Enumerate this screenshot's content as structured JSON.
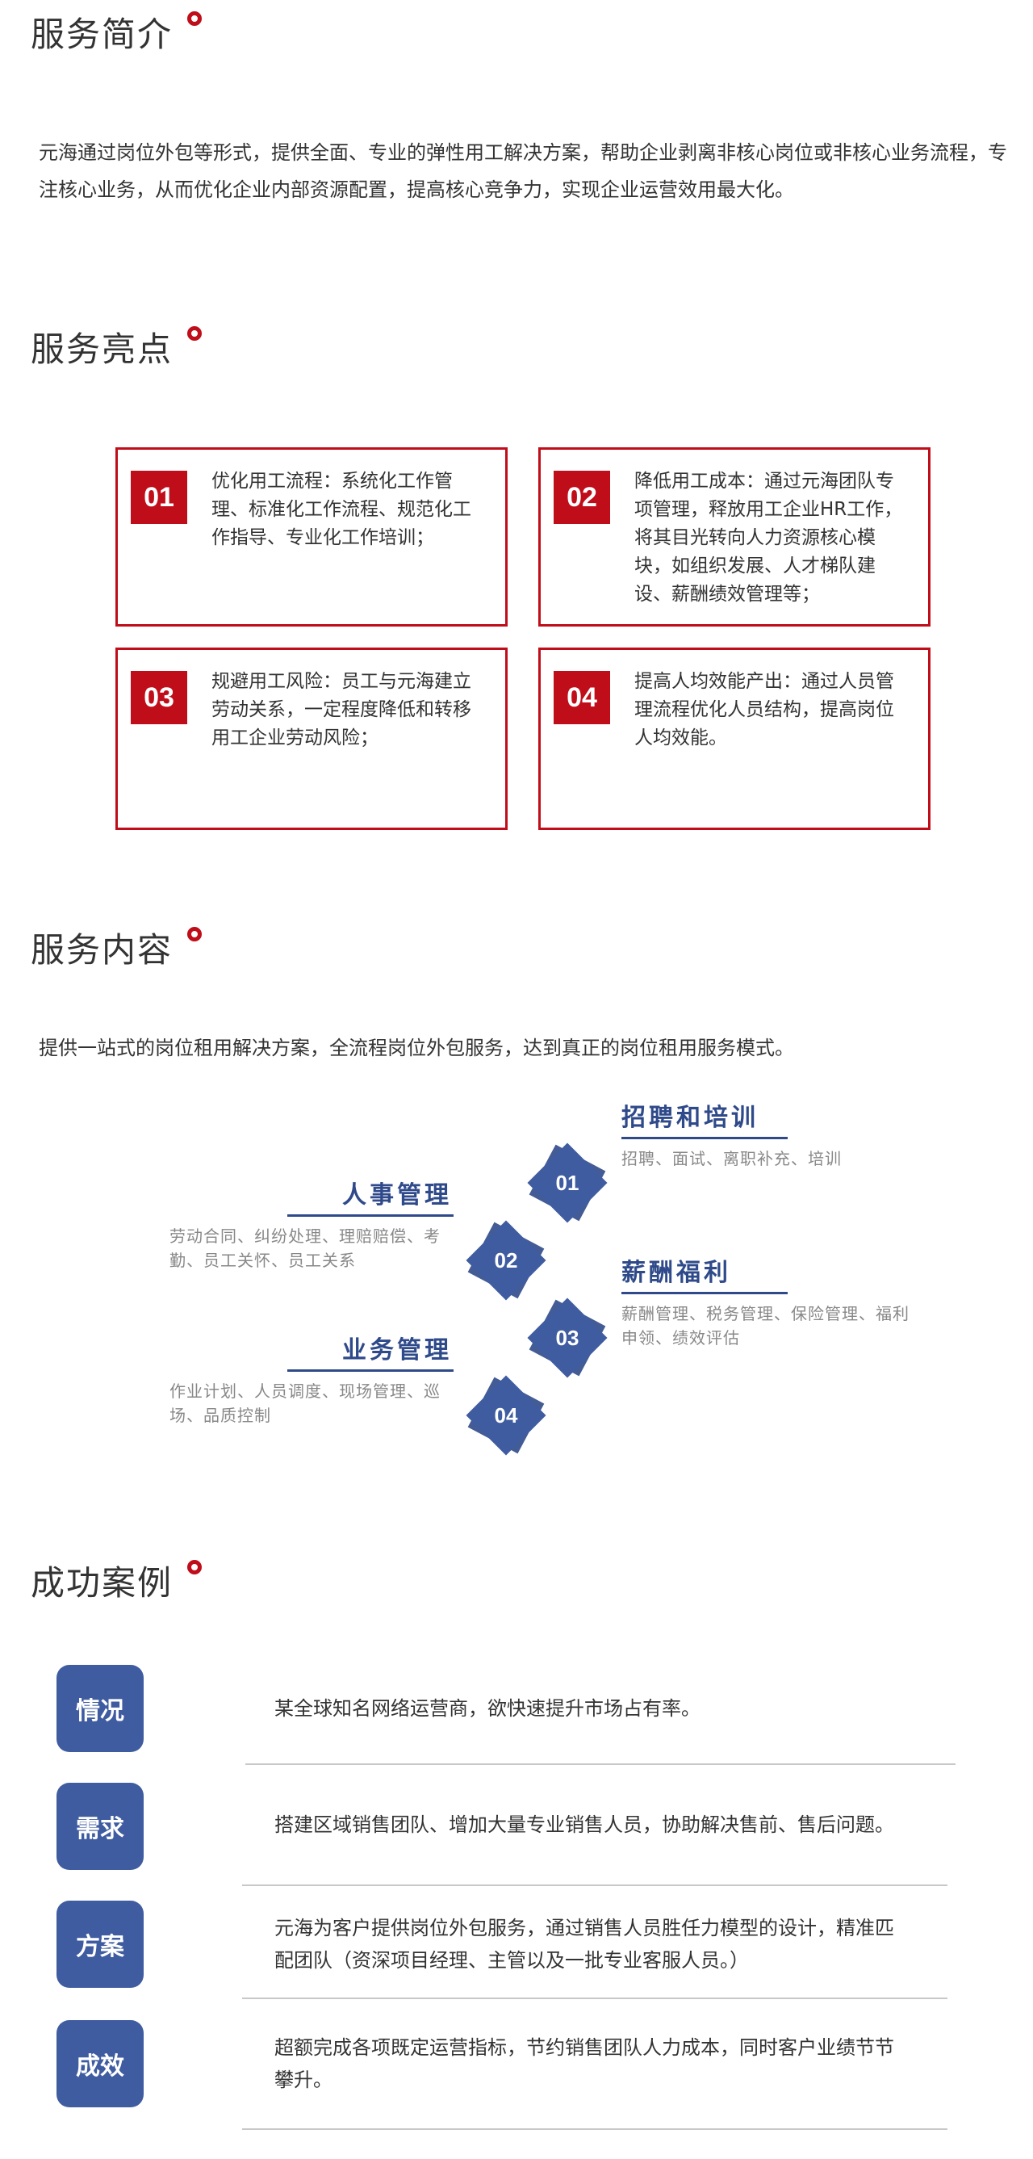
{
  "sections": {
    "intro": {
      "title": "服务简介",
      "body": "元海通过岗位外包等形式，提供全面、专业的弹性用工解决方案，帮助企业剥离非核心岗位或非核心业务流程，专注核心业务，从而优化企业内部资源配置，提高核心竞争力，实现企业运营效用最大化。"
    },
    "highlights": {
      "title": "服务亮点",
      "cards": [
        {
          "num": "01",
          "text": "优化用工流程：系统化工作管理、标准化工作流程、规范化工作指导、专业化工作培训；"
        },
        {
          "num": "02",
          "text": "降低用工成本：通过元海团队专项管理，释放用工企业HR工作，将其目光转向人力资源核心模块，如组织发展、人才梯队建设、薪酬绩效管理等；"
        },
        {
          "num": "03",
          "text": "规避用工风险：员工与元海建立劳动关系，一定程度降低和转移用工企业劳动风险；"
        },
        {
          "num": "04",
          "text": "提高人均效能产出：通过人员管理流程优化人员结构，提高岗位人均效能。"
        }
      ]
    },
    "content": {
      "title": "服务内容",
      "subtitle": "提供一站式的岗位租用解决方案，全流程岗位外包服务，达到真正的岗位租用服务模式。",
      "items": [
        {
          "num": "01",
          "title": "招聘和培训",
          "desc": "招聘、面试、离职补充、培训"
        },
        {
          "num": "02",
          "title": "人事管理",
          "desc": "劳动合同、纠纷处理、理赔赔偿、考勤、员工关怀、员工关系"
        },
        {
          "num": "03",
          "title": "薪酬福利",
          "desc": "薪酬管理、税务管理、保险管理、福利申领、绩效评估"
        },
        {
          "num": "04",
          "title": "业务管理",
          "desc": "作业计划、人员调度、现场管理、巡场、品质控制"
        }
      ]
    },
    "cases": {
      "title": "成功案例",
      "rows": [
        {
          "label": "情况",
          "text": "某全球知名网络运营商，欲快速提升市场占有率。"
        },
        {
          "label": "需求",
          "text": "搭建区域销售团队、增加大量专业销售人员，协助解决售前、售后问题。"
        },
        {
          "label": "方案",
          "text": "元海为客户提供岗位外包服务，通过销售人员胜任力模型的设计，精准匹配团队（资深项目经理、主管以及一批专业客服人员。）"
        },
        {
          "label": "成效",
          "text": "超额完成各项既定运营指标，节约销售团队人力成本，同时客户业绩节节攀升。"
        }
      ]
    }
  },
  "colors": {
    "accent_red": "#c00d1a",
    "accent_blue": "#3f5ca0"
  }
}
